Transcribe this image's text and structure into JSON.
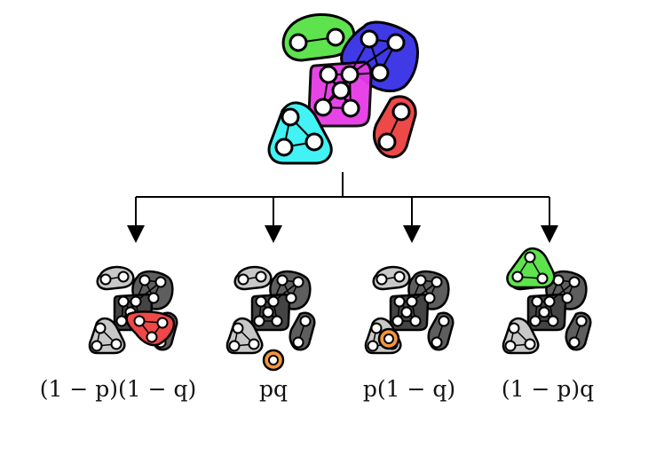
{
  "colors": {
    "green": "#5ee24e",
    "blue": "#3f39e6",
    "magenta": "#e63be6",
    "cyan": "#42f2f4",
    "red": "#ee4848",
    "orange": "#f2963b",
    "gray_light": "#c8c8c8",
    "gray_mid": "#8a8a8a",
    "gray_dark": "#5e5e5e",
    "gray_darker": "#444444",
    "node": "#ffffff",
    "stroke": "#000000"
  },
  "outcomes": [
    {
      "label": "(1 − p)(1 − q)",
      "highlight": "red-triangle"
    },
    {
      "label": "pq",
      "highlight": "orange-singleton"
    },
    {
      "label": "p(1 − q)",
      "highlight": "orange-node"
    },
    {
      "label": "(1 − p)q",
      "highlight": "green-triangle"
    }
  ]
}
